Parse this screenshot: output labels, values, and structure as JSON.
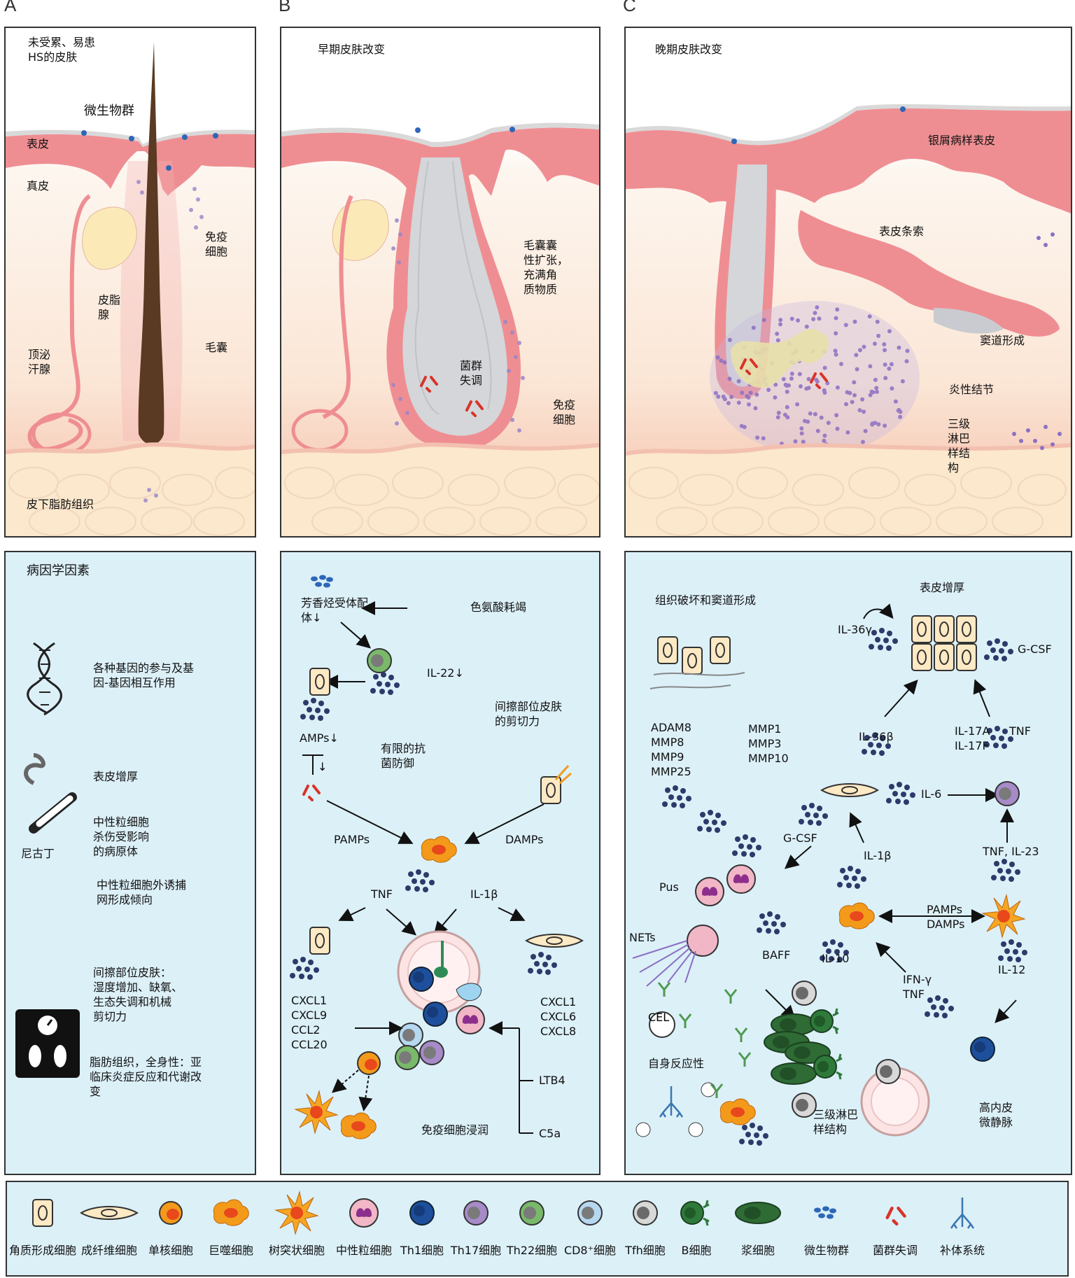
{
  "panel_letters": {
    "a": "A",
    "b": "B",
    "c": "C"
  },
  "panel_a": {
    "corner": "未受累、易患\nHS的皮肤",
    "microbiota": "微生物群",
    "epidermis": "表皮",
    "dermis": "真皮",
    "immune_cells": "免疫\n细胞",
    "sebaceous": "皮脂\n腺",
    "apocrine": "顶泌\n汗腺",
    "follicle": "毛囊",
    "fat": "皮下脂肪组织"
  },
  "panel_b": {
    "title": "早期皮肤改变",
    "dilation": "毛囊囊\n性扩张，\n充满角\n质物质",
    "dysbiosis": "菌群\n失调",
    "immune_cells": "免疫\n细胞"
  },
  "panel_c": {
    "title": "晚期皮肤改变",
    "psoriasiform": "银屑病样表皮",
    "strands": "表皮条索",
    "sinus": "窦道形成",
    "nodule": "炎性结节",
    "tls": "三级\n淋巴\n样结\n构"
  },
  "bottom_a": {
    "title": "病因学因素",
    "genes": "各种基因的参与及基\n因-基因相互作用",
    "hyperplasia": "表皮增厚",
    "neutrophil_kill": "中性粒细胞\n杀伤受影响\n的病原体",
    "nicotine": "尼古丁",
    "net": "中性粒细胞外诱捕\n网形成倾向",
    "intertriginous": "间擦部位皮肤：\n湿度增加、缺氧、\n生态失调和机械\n剪切力",
    "adipose": "脂肪组织，全身性：亚\n临床炎症反应和代谢改\n变"
  },
  "bottom_b": {
    "ahr": "芳香烃受体配\n体↓",
    "trp": "色氨酸耗竭",
    "il22": "IL-22↓",
    "amps": "AMPs↓",
    "limited": "有限的抗\n菌防御",
    "shear": "间擦部位皮肤\n的剪切力",
    "pamps": "PAMPs",
    "damps": "DAMPs",
    "tnf": "TNF",
    "il1b": "IL-1β",
    "chemokines_left": "CXCL1\nCXCL9\nCCL2\nCCL20",
    "chemokines_right": "CXCL1\nCXCL6\nCXCL8",
    "ltb4": "LTB4",
    "c5a": "C5a",
    "infiltration": "免疫细胞浸润"
  },
  "bottom_c": {
    "destruction": "组织破坏和窦道形成",
    "thickening": "表皮增厚",
    "il36g": "IL-36γ",
    "gcsf_top": "G-CSF",
    "adam": "ADAM8\nMMP8\nMMP9\nMMP25",
    "mmp": "MMP1\nMMP3\nMMP10",
    "il36b": "IL-36β",
    "il17": "IL-17A\nIL-17F",
    "tnf": "TNF",
    "il6": "IL-6",
    "gcsf": "G-CSF",
    "il1b": "IL-1β",
    "tnf_il23": "TNF, IL-23",
    "pus": "Pus",
    "nets": "NETs",
    "pamps_damps": "PAMPs\nDAMPs",
    "il10": "IL-10",
    "baff": "BAFF",
    "ifng": "IFN-γ\nTNF",
    "il12": "IL-12",
    "cell": "CEL",
    "autoreactivity": "自身反应性",
    "tls": "三级淋巴\n样结构",
    "hev": "高内皮\n微静脉"
  },
  "legend": [
    {
      "icon": "keratinocyte-icon",
      "label": "角质形成细胞"
    },
    {
      "icon": "fibroblast-icon",
      "label": "成纤维细胞"
    },
    {
      "icon": "monocyte-icon",
      "label": "单核细胞"
    },
    {
      "icon": "macrophage-icon",
      "label": "巨噬细胞"
    },
    {
      "icon": "dendritic-cell-icon",
      "label": "树突状细胞"
    },
    {
      "icon": "neutrophil-icon",
      "label": "中性粒细胞"
    },
    {
      "icon": "th1-icon",
      "label": "Th1细胞"
    },
    {
      "icon": "th17-icon",
      "label": "Th17细胞"
    },
    {
      "icon": "th22-icon",
      "label": "Th22细胞"
    },
    {
      "icon": "cd8-icon",
      "label": "CD8⁺细胞"
    },
    {
      "icon": "tfh-icon",
      "label": "Tfh细胞"
    },
    {
      "icon": "b-cell-icon",
      "label": "B细胞"
    },
    {
      "icon": "plasma-cell-icon",
      "label": "浆细胞"
    },
    {
      "icon": "microbiota-icon",
      "label": "微生物群"
    },
    {
      "icon": "dysbiosis-icon",
      "label": "菌群失调"
    },
    {
      "icon": "complement-icon",
      "label": "补体系统"
    }
  ],
  "colors": {
    "epidermis": "#ef8e92",
    "panel_bg": "#dcf0f8",
    "hair": "#5a3a22",
    "macrophage": "#f39a1a",
    "th1": "#1d4f9c",
    "th17": "#a78bc8",
    "th22": "#79b96a",
    "neutrophil": "#f2b7c6",
    "plasma": "#2e6b35",
    "microbe": "#2d67b8",
    "dysbiosis": "#d9332a",
    "dot": "#2d3a6a"
  }
}
